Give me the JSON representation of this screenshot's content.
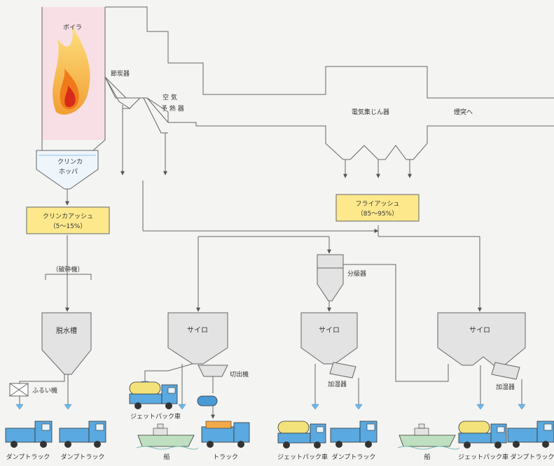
{
  "labels": {
    "boiler": "ボイラ",
    "economizer": "節炭器",
    "air_heater_1": "空 気",
    "air_heater_2": "予 熱 器",
    "esp": "電気集じん器",
    "to_stack": "煙突へ",
    "clinker_hopper_1": "クリンカ",
    "clinker_hopper_2": "ホッパ",
    "clinker_ash_1": "クリンカアッシュ",
    "clinker_ash_2": "（5〜15%）",
    "fly_ash_1": "フライアッシュ",
    "fly_ash_2": "（85〜95%）",
    "crusher": "（破砕機）",
    "dewater_tank": "脱水槽",
    "silo": "サイロ",
    "separator": "分級器",
    "feeder": "切出機",
    "humidifier": "加湿器",
    "screen": "ふるい機",
    "dump_truck": "ダンプトラック",
    "jet_pack": "ジェットパック車",
    "ship": "船",
    "truck": "トラック"
  },
  "colors": {
    "furnace_fill": "#f8dfe6",
    "ash_box_fill": "#fde98c",
    "vessel_fill": "#e3e3e3",
    "truck_blue": "#5aa9e0",
    "tank_yellow": "#f3e27a",
    "ship_green": "#bfe0c0",
    "arrow_blue": "#6fb8ea",
    "line": "#666666"
  },
  "icons": [
    "flame-icon",
    "dump-truck-icon",
    "jet-pack-truck-icon",
    "ship-icon",
    "bag-truck-icon",
    "drop-arrow-icon"
  ]
}
